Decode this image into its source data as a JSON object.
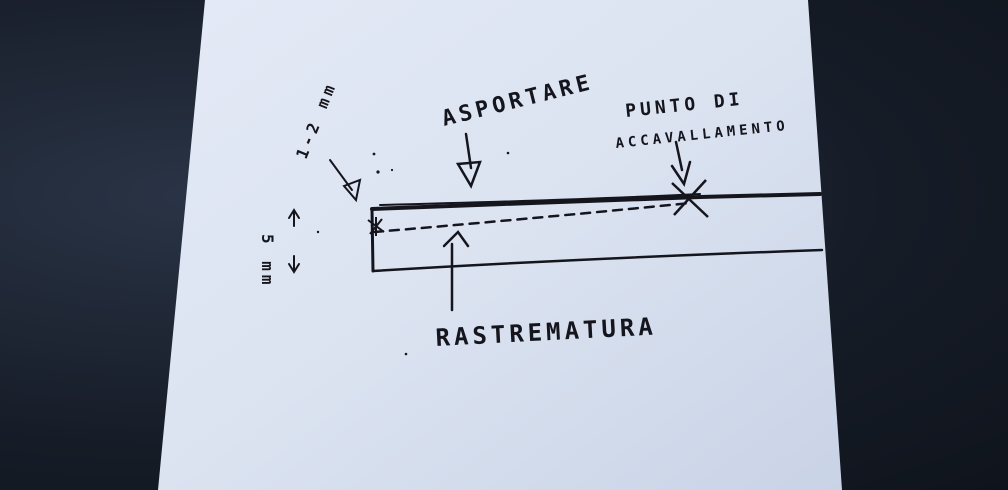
{
  "labels": {
    "asportare": "ASPORTARE",
    "punto_line1": "PUNTO DI",
    "punto_line2": "ACCAVALLAMENTO",
    "rastrematura": "RASTREMATURA",
    "gap": "1-2 mm",
    "thickness": "5 mm"
  },
  "colors": {
    "ink": "#15151d",
    "paper": "#dfe6f3",
    "background": "#1c2431"
  }
}
